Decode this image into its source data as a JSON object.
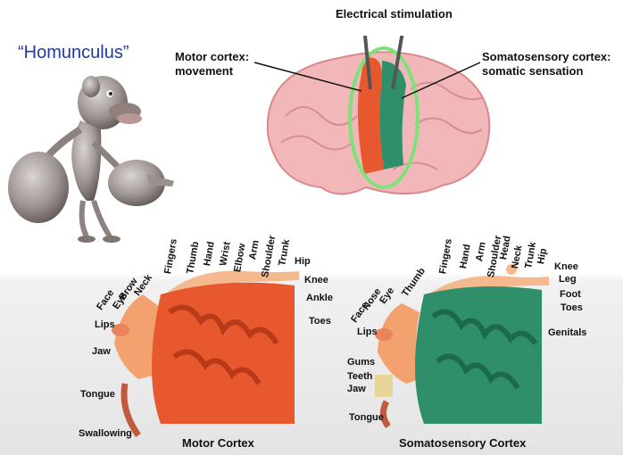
{
  "homunculus_title": "“Homunculus”",
  "brain_labels": {
    "stimulation": "Electrical stimulation",
    "motor_1": "Motor cortex:",
    "motor_2": "movement",
    "somato_1": "Somatosensory cortex:",
    "somato_2": "somatic sensation"
  },
  "motor_cortex": {
    "title": "Motor Cortex",
    "body_parts": [
      "Fingers",
      "Thumb",
      "Hand",
      "Wrist",
      "Elbow",
      "Arm",
      "Shoulder",
      "Trunk",
      "Hip",
      "Knee",
      "Ankle",
      "Toes",
      "Neck",
      "Brow",
      "Eye",
      "Face",
      "Lips",
      "Jaw",
      "Tongue",
      "Swallowing"
    ]
  },
  "somatosensory_cortex": {
    "title": "Somatosensory Cortex",
    "body_parts": [
      "Fingers",
      "Hand",
      "Arm",
      "Shoulder",
      "Head",
      "Neck",
      "Trunk",
      "Hip",
      "Knee",
      "Leg",
      "Foot",
      "Toes",
      "Genitals",
      "Thumb",
      "Eye",
      "Nose",
      "Face",
      "Lips",
      "Gums",
      "Teeth",
      "Jaw",
      "Tongue"
    ]
  },
  "colors": {
    "motor": "#e8582f",
    "somatosensory": "#2f8f6a",
    "brain": "#f2b7b9",
    "highlight_ring": "#7ee27a",
    "title_blue": "#1f3a9e"
  }
}
